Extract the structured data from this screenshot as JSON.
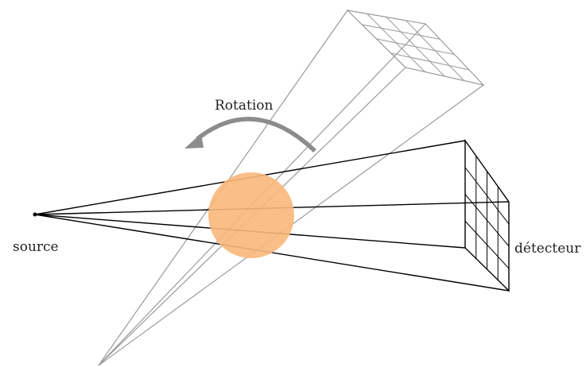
{
  "labels": {
    "rotation": "Rotation",
    "source": "source",
    "detector": "détecteur"
  },
  "colors": {
    "object": "#f9b77a",
    "rotation_arrow": "#8c8c8c",
    "beam_current": "#000000",
    "beam_rotated": "#9a9a9a"
  },
  "detector_grid": {
    "rows": 4,
    "cols": 4
  }
}
